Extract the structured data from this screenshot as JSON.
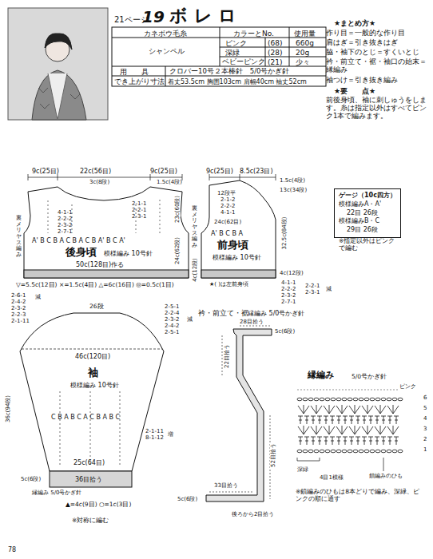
{
  "diagram": {
    "title": "ボ レ ロ",
    "nodes": [
      {
        "text": [
          "ゲージ（10c四方）",
          "模様編みA・A'",
          "22目 26段",
          "模様編みB・C",
          "29目 26段"
        ]
      }
    ],
    "labels": [
      "21ページ",
      "19",
      "カネボウ毛糸",
      "カラーとNo.",
      "使用量",
      "シャンペル",
      "ピンク",
      "(68)",
      "660g",
      "深緑",
      "(28)",
      "20g",
      "ベビーピンク",
      "(21)",
      "少々",
      "用　　具",
      "クロバー10号２本棒針　5/0号かぎ針",
      "でき上がり寸法",
      "着丈53.5cm 胸囲103cm 肩幅40cm 袖丈52cm",
      "★まとめ方★",
      "作り目＝一般的な作り目",
      "肩はぎ＝引き抜きはぎ",
      "脇・袖下のとじ＝すくいとじ",
      "衿・前立て・裾・袖口の始末＝縁編み",
      "袖つけ＝引き抜き編み",
      "★要　　点★",
      "前後身頃、袖に刺しゅうをします。糸は指定以外はすべてピンク1本で編みます。",
      "9c(25目)",
      "22c(56目)",
      "9c(25目)",
      "3c(8段)",
      "2-1-1",
      "2-2-1",
      "2-3-1",
      "1.5c(4段)",
      "4-1-1",
      "2-2-2",
      "2-3-2",
      "2-7-1",
      "後身頃",
      "模様編み 10号針",
      "A' B C B A C B A C B A' B C A'",
      "50c(128目)作る",
      "4c(12段)",
      "23c(60段)",
      "24c(62段)",
      "裏メリヤス編み",
      "裏メリヤス編み",
      "▽=5.5c(12目)  ×=1.5c(4目)  △=6c(16目)  ◎=0.5c(1目)",
      "9c(25目)",
      "8.5c(23目)",
      "1.5c(4段)",
      "13c(34段)",
      "12段平",
      "2-1-2",
      "2-2-2",
      "4-1-1",
      "前身頃",
      "模様編み 10号針",
      "24c(62目)",
      "32.5c(84段)",
      "A' B C B A",
      "4c(12段)",
      "★( )は左前身頃",
      "4-1-1",
      "2-2-2",
      "2-3-2",
      "2-7-1",
      "2-2-1",
      "2-3-1",
      "減",
      "※指定以外はピンクで編む",
      "2-6-1",
      "2-4-2",
      "2-3-2",
      "2-2-3",
      "2-1-11",
      "減",
      "26段",
      "2-5-1",
      "2-2-4",
      "2-3-2",
      "2-4-2",
      "2-5-1",
      "減",
      "46c(120目)",
      "袖",
      "模様編み 10号針",
      "C B A B C A C B A B C",
      "36c(94段)",
      "2-1-11",
      "8-1-12",
      "増",
      "25c(64目)",
      "36目拾う",
      "5c(6段)",
      "縁編み 5/0号かぎ針",
      "▲=4c(9目)  ○=1c(3目)",
      "※対称に編む",
      "衿・前立て・裾",
      "縁編み 5/0号かぎ針",
      "28目拾う",
      "5c(6段)",
      "22目拾う",
      "52目拾う",
      "33目拾う",
      "5c(6段)",
      "後ろから2目拾う",
      "縁編み",
      "5/0号かぎ針",
      "ピンク",
      "6",
      "5",
      "4",
      "3",
      "2",
      "1",
      "深緑",
      "4目1模様",
      "鎖編みのひも",
      "※鎖編みのひもは8本どりで編み、深緑、ピンクの順に通す",
      "78"
    ]
  }
}
